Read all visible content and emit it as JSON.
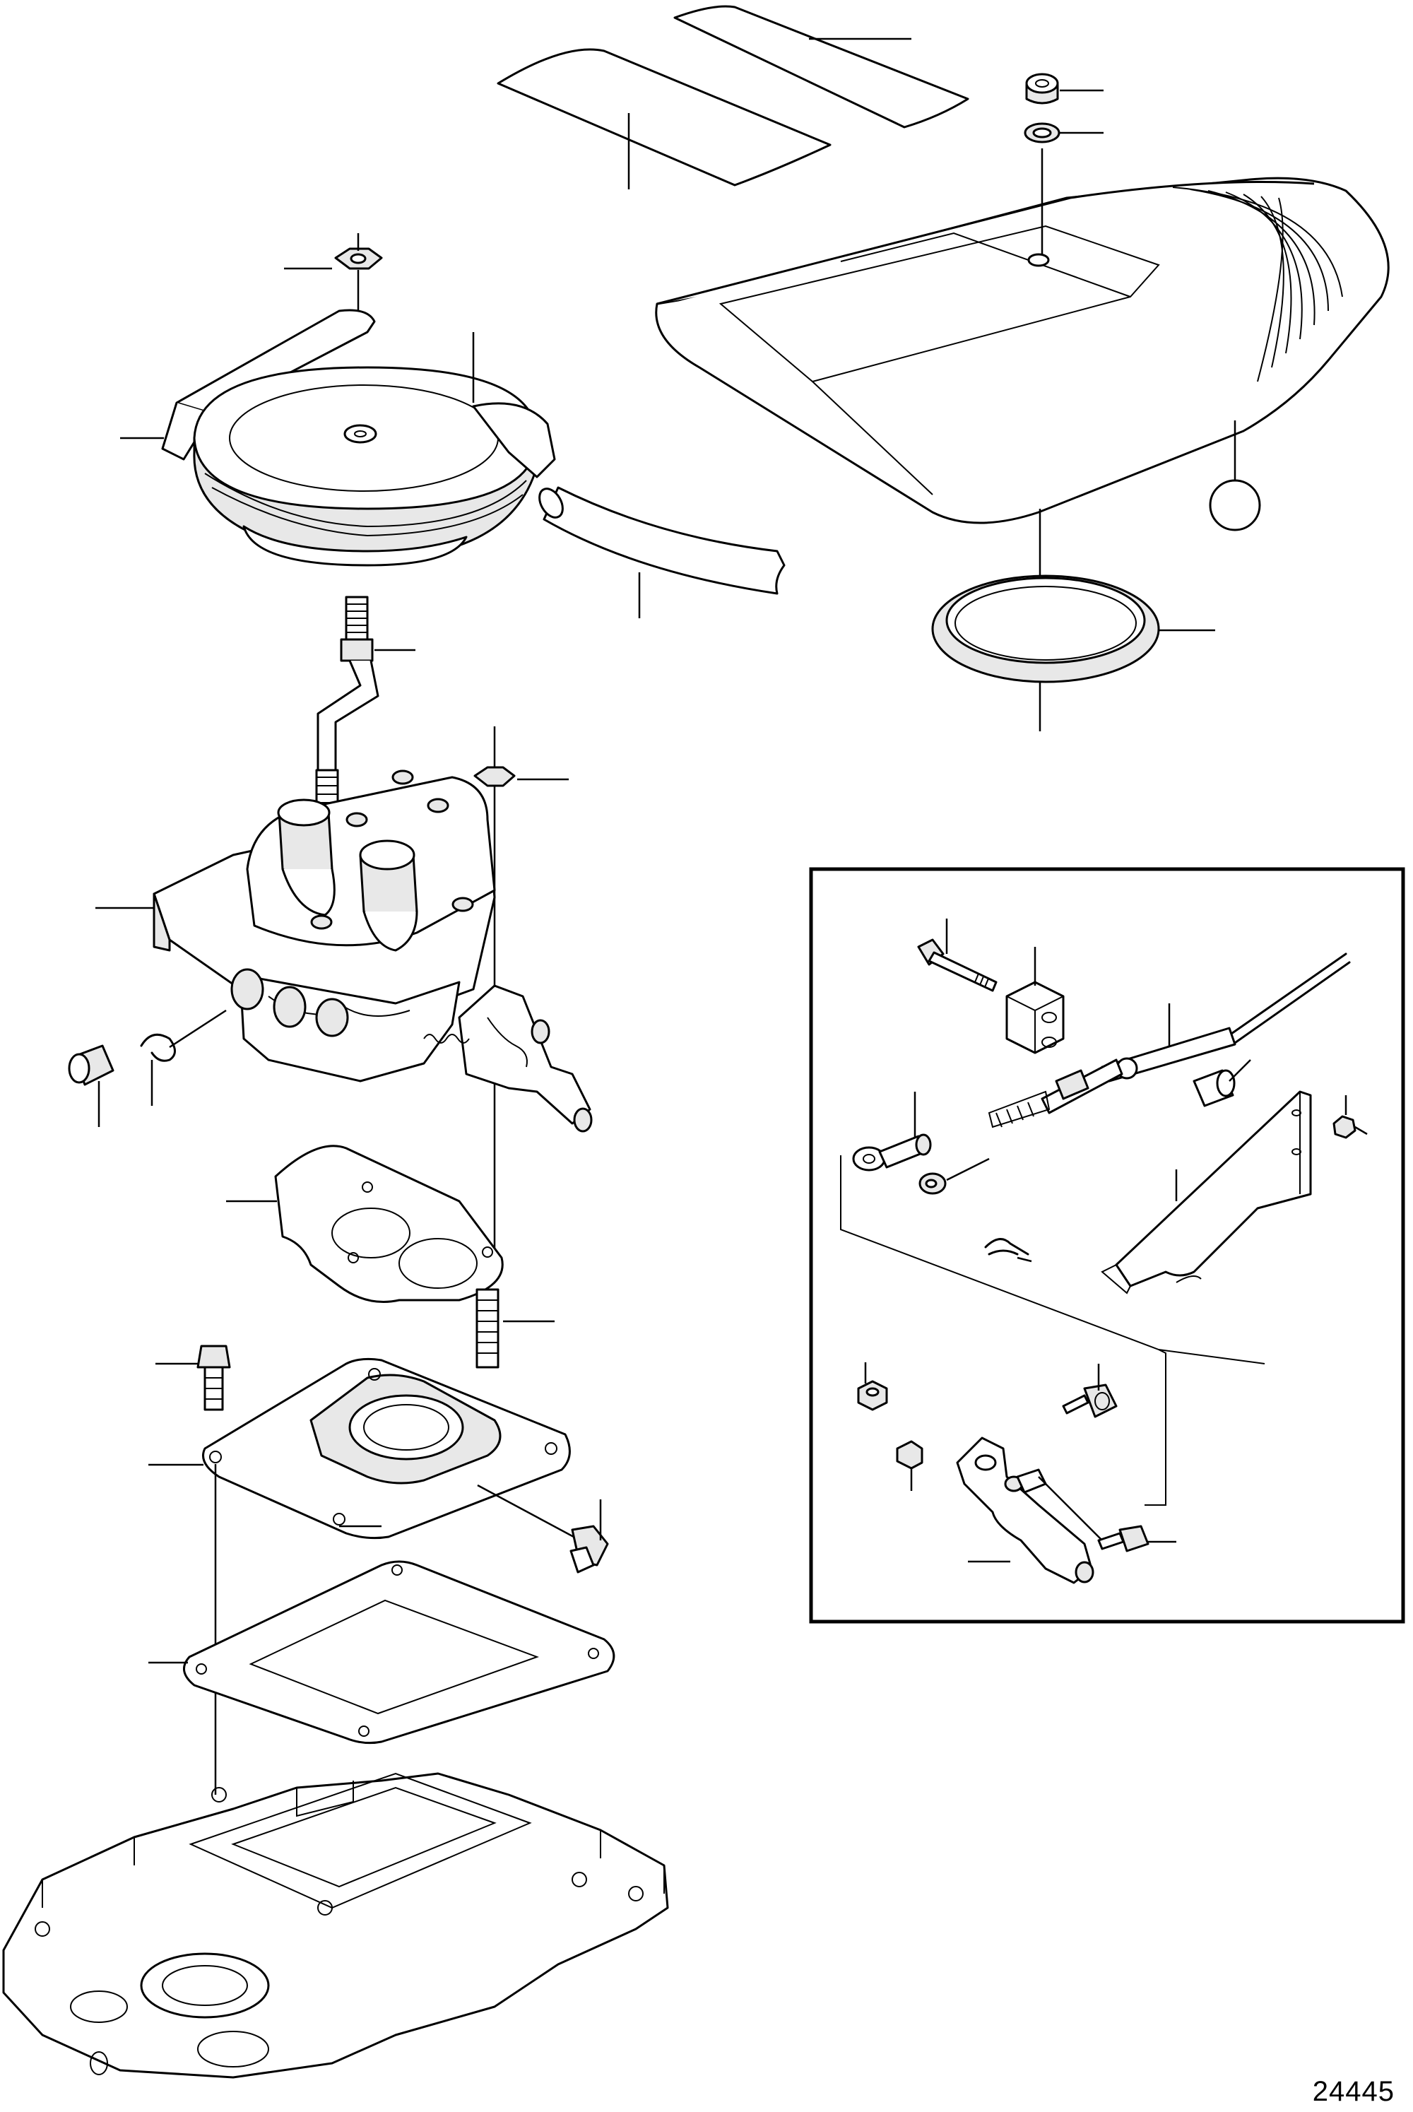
{
  "figure": {
    "number": "24445"
  },
  "parts": {
    "decal_strip_left": "decal-strip",
    "decal_strip_right": "decal-strip",
    "engine_cover": "engine-cover",
    "air_cleaner": "air-cleaner",
    "throttle_body": "throttle-body",
    "throttle_linkage_inset": "throttle-linkage-detail",
    "intake_manifold": "intake-manifold"
  }
}
